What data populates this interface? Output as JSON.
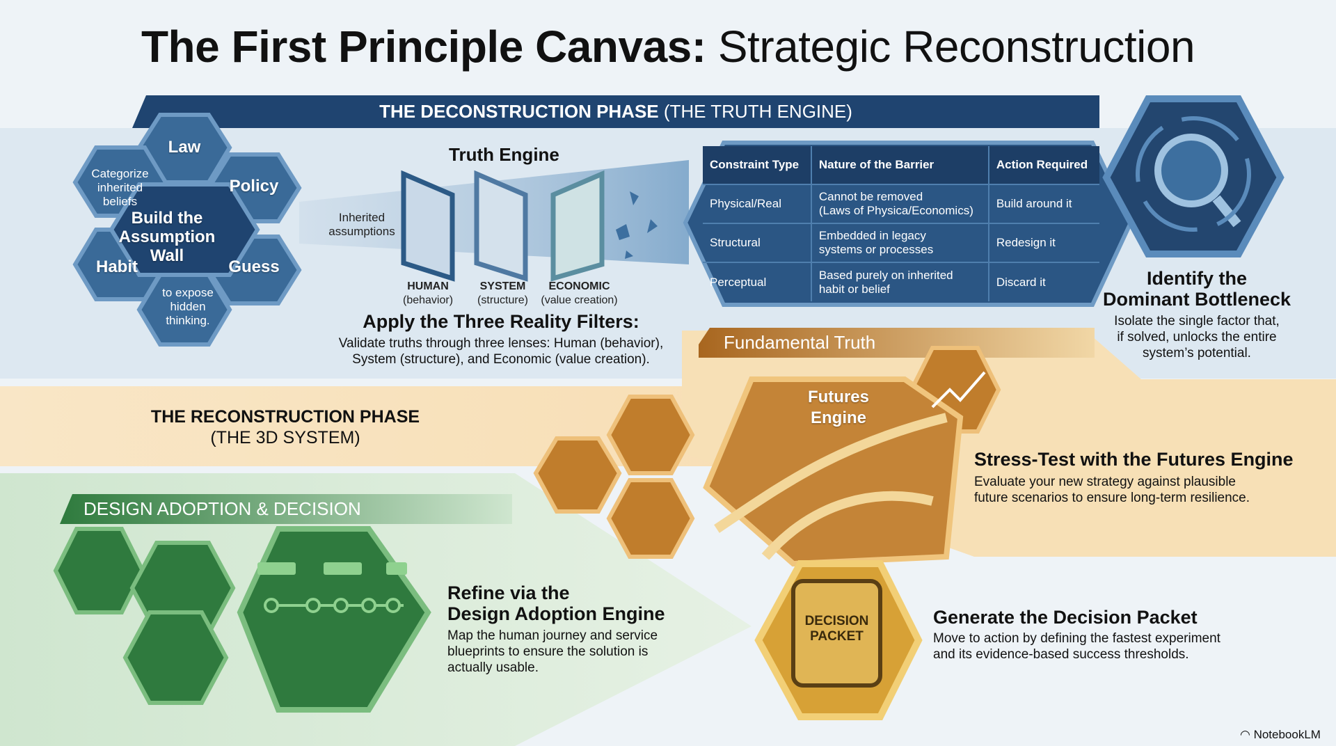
{
  "title": {
    "bold": "The First Principle Canvas:",
    "regular": " Strategic Reconstruction"
  },
  "deconstruction": {
    "banner_bold": "THE DECONSTRUCTION PHASE",
    "banner_regular": " (THE TRUTH ENGINE)",
    "wall": {
      "law": "Law",
      "policy": "Policy",
      "habit": "Habit",
      "guess": "Guess",
      "categorize": [
        "Categorize",
        "inherited",
        "beliefs"
      ],
      "expose": [
        "to expose",
        "hidden",
        "thinking."
      ],
      "center": [
        "Build the",
        "Assumption",
        "Wall"
      ]
    },
    "truth_engine": {
      "title": "Truth Engine",
      "inherited": [
        "Inherited",
        "assumptions"
      ],
      "filters": [
        {
          "name": "HUMAN",
          "sub": "(behavior)"
        },
        {
          "name": "SYSTEM",
          "sub": "(structure)"
        },
        {
          "name": "ECONOMIC",
          "sub": "(value creation)"
        }
      ],
      "apply_title": "Apply the Three Reality Filters:",
      "apply_desc": [
        "Validate truths through three lenses: Human (behavior),",
        "System (structure), and Economic (value creation)."
      ]
    },
    "table": {
      "headers": [
        "Constraint Type",
        "Nature of the Barrier",
        "Action Required"
      ],
      "rows": [
        [
          "Physical/Real",
          "Cannot be removed",
          "(Laws of Physica/Economics)",
          "Build around it"
        ],
        [
          "Structural",
          "Embedded in legacy",
          "systems or processes",
          "Redesign it"
        ],
        [
          "Perceptual",
          "Based purely on inherited",
          "habit or belief",
          "Discard it"
        ]
      ]
    },
    "bottleneck": {
      "title": [
        "Identify the",
        "Dominant Bottleneck"
      ],
      "desc": [
        "Isolate the single factor that,",
        "if solved, unlocks the entire",
        "system’s potential."
      ]
    }
  },
  "reconstruction": {
    "title": "THE RECONSTRUCTION PHASE",
    "subtitle": "(THE 3D SYSTEM)",
    "fundamental": "Fundamental Truth",
    "futures_engine": [
      "Futures",
      "Engine"
    ],
    "stress": {
      "title": "Stress-Test with the Futures Engine",
      "desc": [
        "Evaluate your new strategy against plausible",
        "future scenarios to ensure long-term resilience."
      ]
    },
    "design_banner": "DESIGN ADOPTION & DECISION",
    "refine": {
      "title": [
        "Refine via the",
        "Design Adoption Engine"
      ],
      "desc": [
        "Map the human journey and service",
        "blueprints to ensure the solution is",
        "actually usable."
      ]
    },
    "packet_label": [
      "DECISION",
      "PACKET"
    ],
    "generate": {
      "title": "Generate the Decision Packet",
      "desc": [
        "Move to action by defining the fastest experiment",
        "and its evidence-based success thresholds."
      ]
    }
  },
  "watermark": "NotebookLM",
  "colors": {
    "navy": "#1f4470",
    "blue": "#3d6f9f",
    "orange": "#c98a34",
    "green": "#3f8a4a"
  }
}
